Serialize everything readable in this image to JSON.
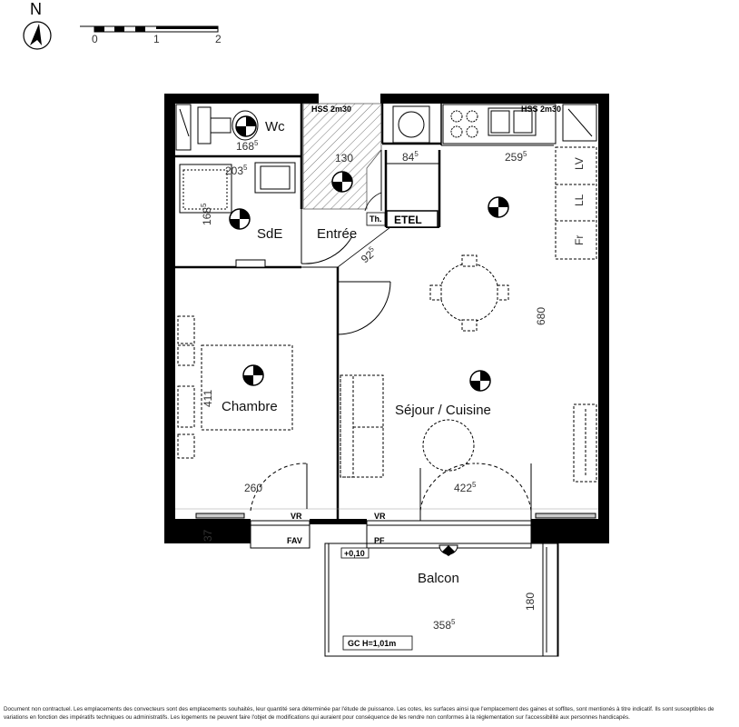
{
  "compass": {
    "label": "N"
  },
  "scale": {
    "ticks": [
      "0",
      "1",
      "2"
    ]
  },
  "rooms": {
    "wc": "Wc",
    "sde": "SdE",
    "entree": "Entrée",
    "chambre": "Chambre",
    "sejour": "Séjour / Cuisine",
    "balcon": "Balcon"
  },
  "dimensions": {
    "wc_width": {
      "main": "168",
      "sup": "5"
    },
    "sde_width": {
      "main": "203",
      "sup": "5"
    },
    "sde_depth": {
      "main": "168",
      "sup": "5"
    },
    "entree_width": {
      "main": "130",
      "sup": ""
    },
    "etel_width": {
      "main": "84",
      "sup": "5"
    },
    "kitchen_width": {
      "main": "259",
      "sup": "5"
    },
    "door_width": {
      "main": "92",
      "sup": "5"
    },
    "sejour_depth": {
      "main": "680",
      "sup": ""
    },
    "chambre_depth": {
      "main": "411",
      "sup": ""
    },
    "chambre_width": {
      "main": "260",
      "sup": ""
    },
    "sejour_width": {
      "main": "422",
      "sup": "5"
    },
    "wall_thickness": {
      "main": "37",
      "sup": ""
    },
    "balcon_width": {
      "main": "358",
      "sup": "5"
    },
    "balcon_depth": {
      "main": "180",
      "sup": ""
    }
  },
  "labels": {
    "hss_left": "HSS 2m30",
    "hss_right": "HSS 2m30",
    "th": "Th.",
    "etel": "ETEL",
    "lv": "LV",
    "ll": "LL",
    "fr": "Fr",
    "vr_left": "VR",
    "vr_right": "VR",
    "fav": "FAV",
    "pf": "PF",
    "level": "+0,10",
    "gc": "GC  H=1,01m"
  },
  "disclaimer": "Document non contractuel. Les emplacements des convecteurs sont des emplacements souhaités, leur quantité sera déterminée par l'étude de puissance. Les cotes, les surfaces ainsi que l'emplacement des gaines et soffites, sont mentionés à titre indicatif. Ils sont susceptibles de variations en fonction des impératifs techniques ou administratifs. Les logements ne peuvent faire l'objet de modifications qui auraient pour conséquence de les rendre non conformes à la réglementation sur l'accessibilité aux personnes handicapés."
}
